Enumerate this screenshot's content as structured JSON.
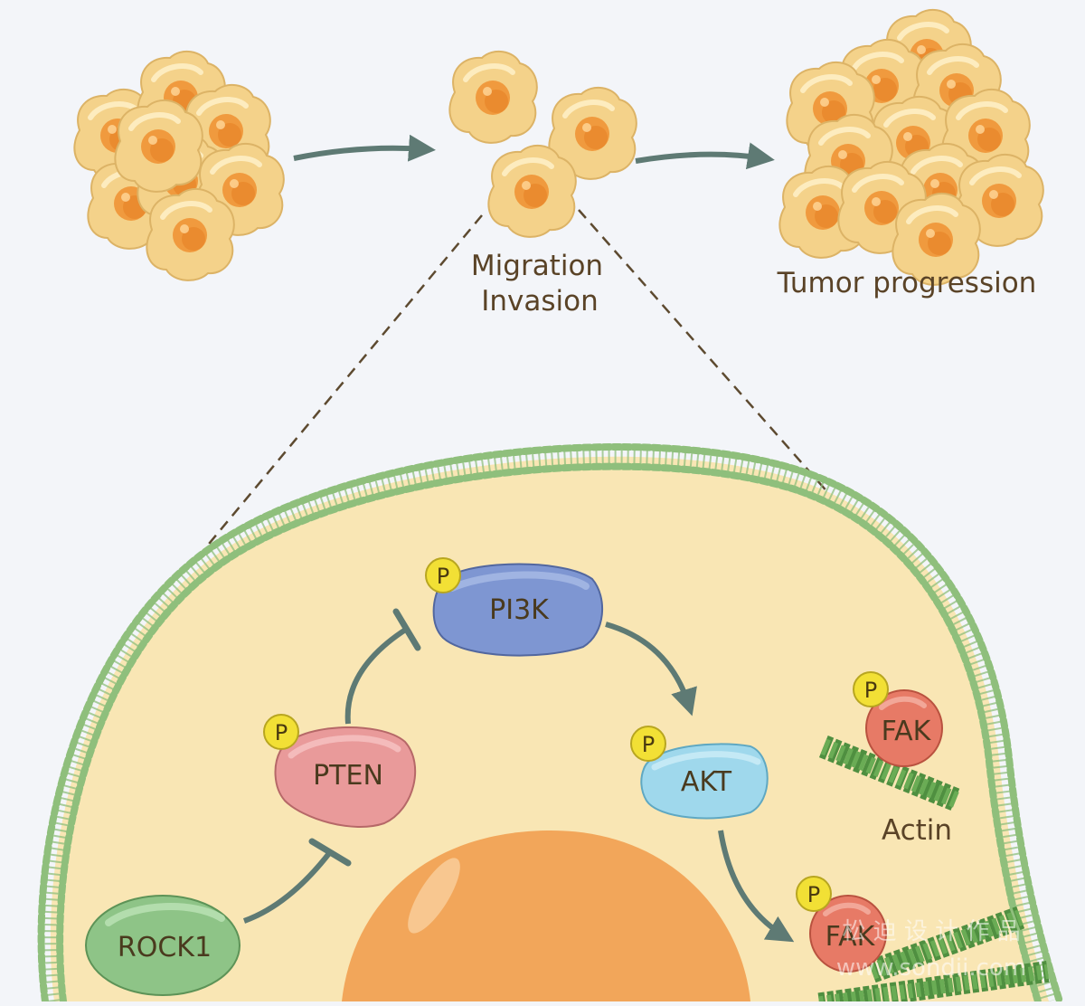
{
  "labels": {
    "migration": "Migration",
    "invasion": "Invasion",
    "tumor_progression": "Tumor progression",
    "actin": "Actin"
  },
  "proteins": {
    "pi3k": "PI3K",
    "pten": "PTEN",
    "akt": "AKT",
    "rock1": "ROCK1",
    "fak_top": "FAK",
    "fak_bottom": "FAK"
  },
  "phospho_tag": "P",
  "watermark": {
    "line1": "松 迪 设 计 作 品",
    "line2": "www.sondii.com"
  },
  "colors": {
    "background": "#f3f5f9",
    "cytoplasm": "#f9e6b4",
    "membrane": "#8fbf7c",
    "nucleus": "#f2a65a",
    "cell_body": "#f4d28a",
    "cell_nucleus": "#f09a3e",
    "arrow": "#5e7a74",
    "pi3k": "#7e96d2",
    "pten": "#e99a9a",
    "akt": "#9fd8ec",
    "rock1": "#8ec487",
    "fak": "#e77a66",
    "phospho": "#f2e035",
    "actin": "#6aac55"
  }
}
